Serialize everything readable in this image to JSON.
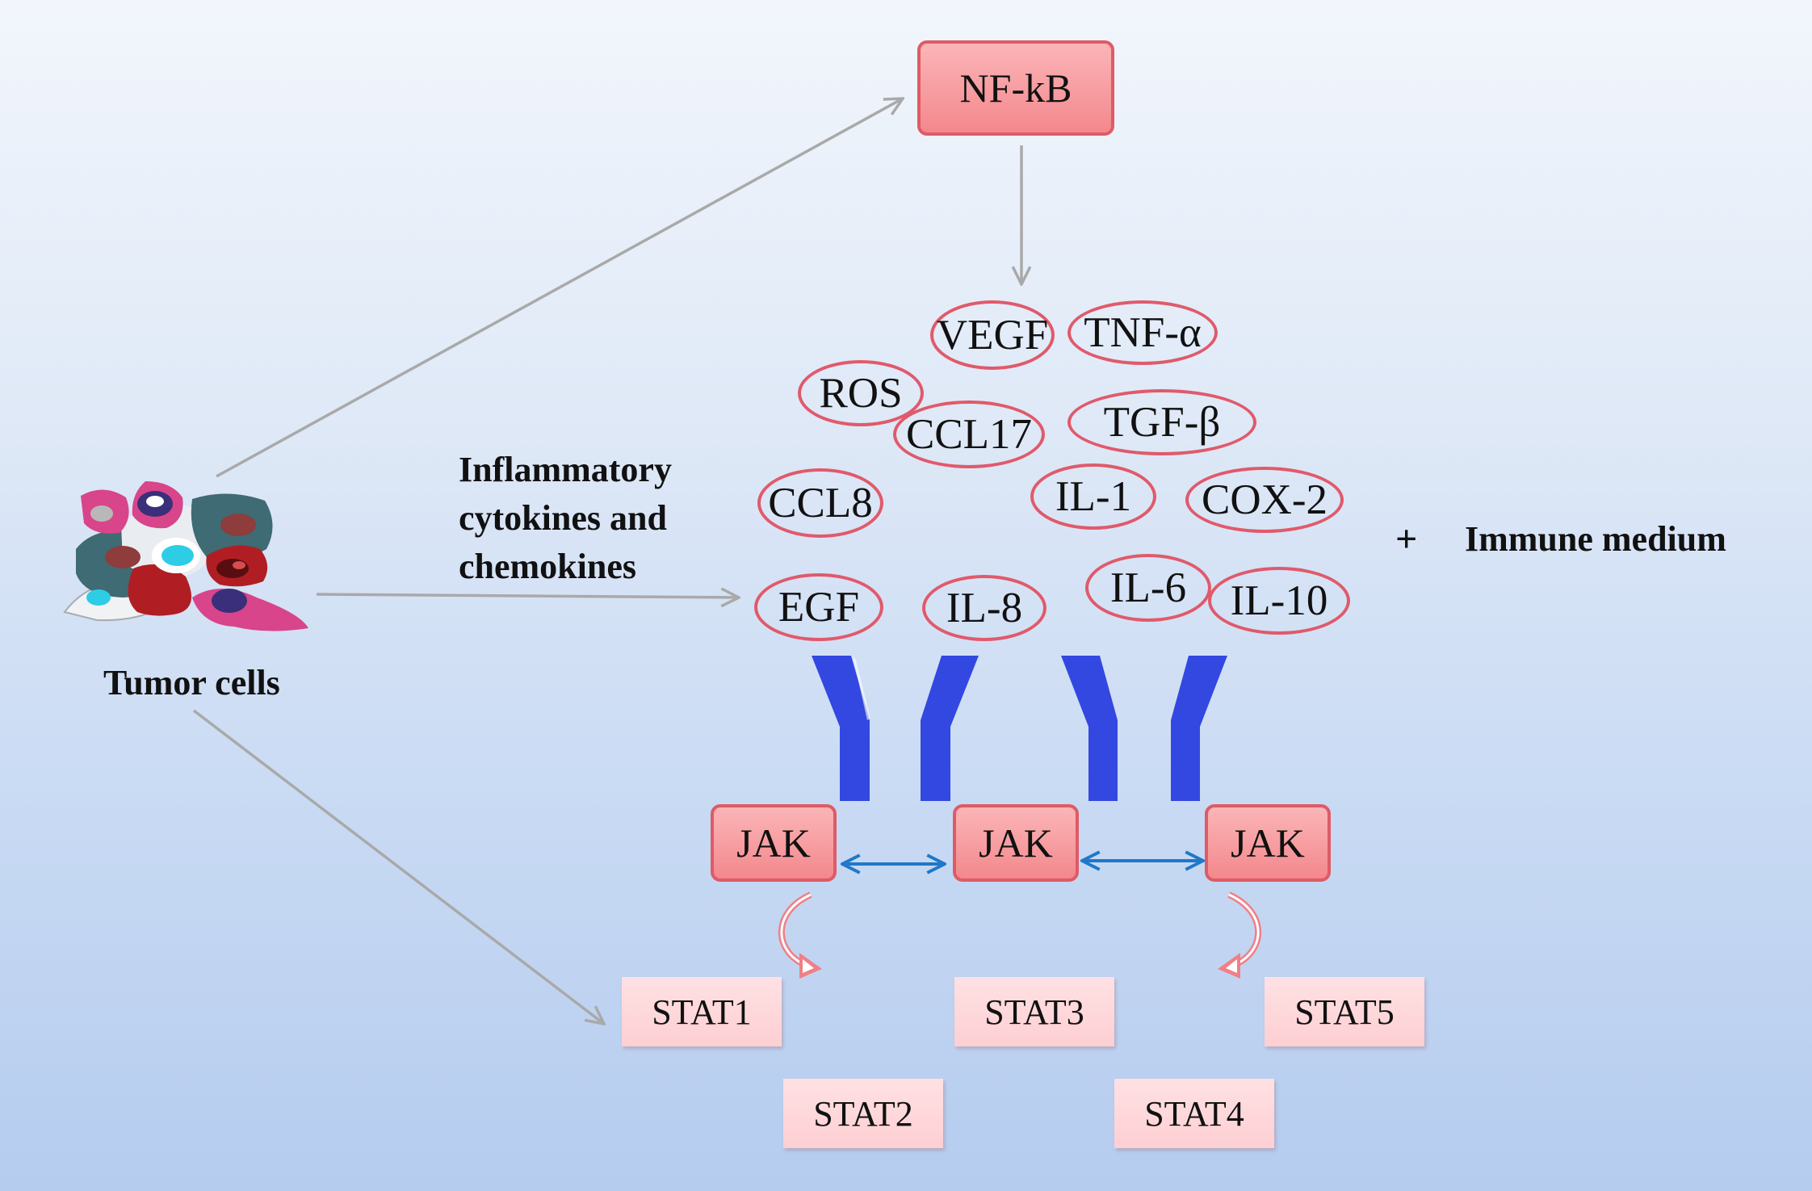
{
  "tumor": {
    "label": "Tumor cells"
  },
  "annotation": {
    "text_lines": [
      "Inflammatory",
      "cytokines and",
      "chemokines"
    ]
  },
  "nfkb": {
    "label": "NF-kB"
  },
  "immune": {
    "plus": "+",
    "label": "Immune medium"
  },
  "cytokines": [
    "VEGF",
    "TNF-α",
    "ROS",
    "CCL17",
    "TGF-β",
    "CCL8",
    "IL-1",
    "COX-2",
    "EGF",
    "IL-8",
    "IL-6",
    "IL-10"
  ],
  "jak": [
    "JAK",
    "JAK",
    "JAK"
  ],
  "stats": [
    "STAT1",
    "STAT2",
    "STAT3",
    "STAT4",
    "STAT5"
  ],
  "colors": {
    "arrow_gray": "#a9a9a9",
    "arrow_blue": "#1f78c8",
    "receptor_blue": "#3348e0",
    "node_border": "#de5b66",
    "oval_border": "#e05a6b"
  }
}
